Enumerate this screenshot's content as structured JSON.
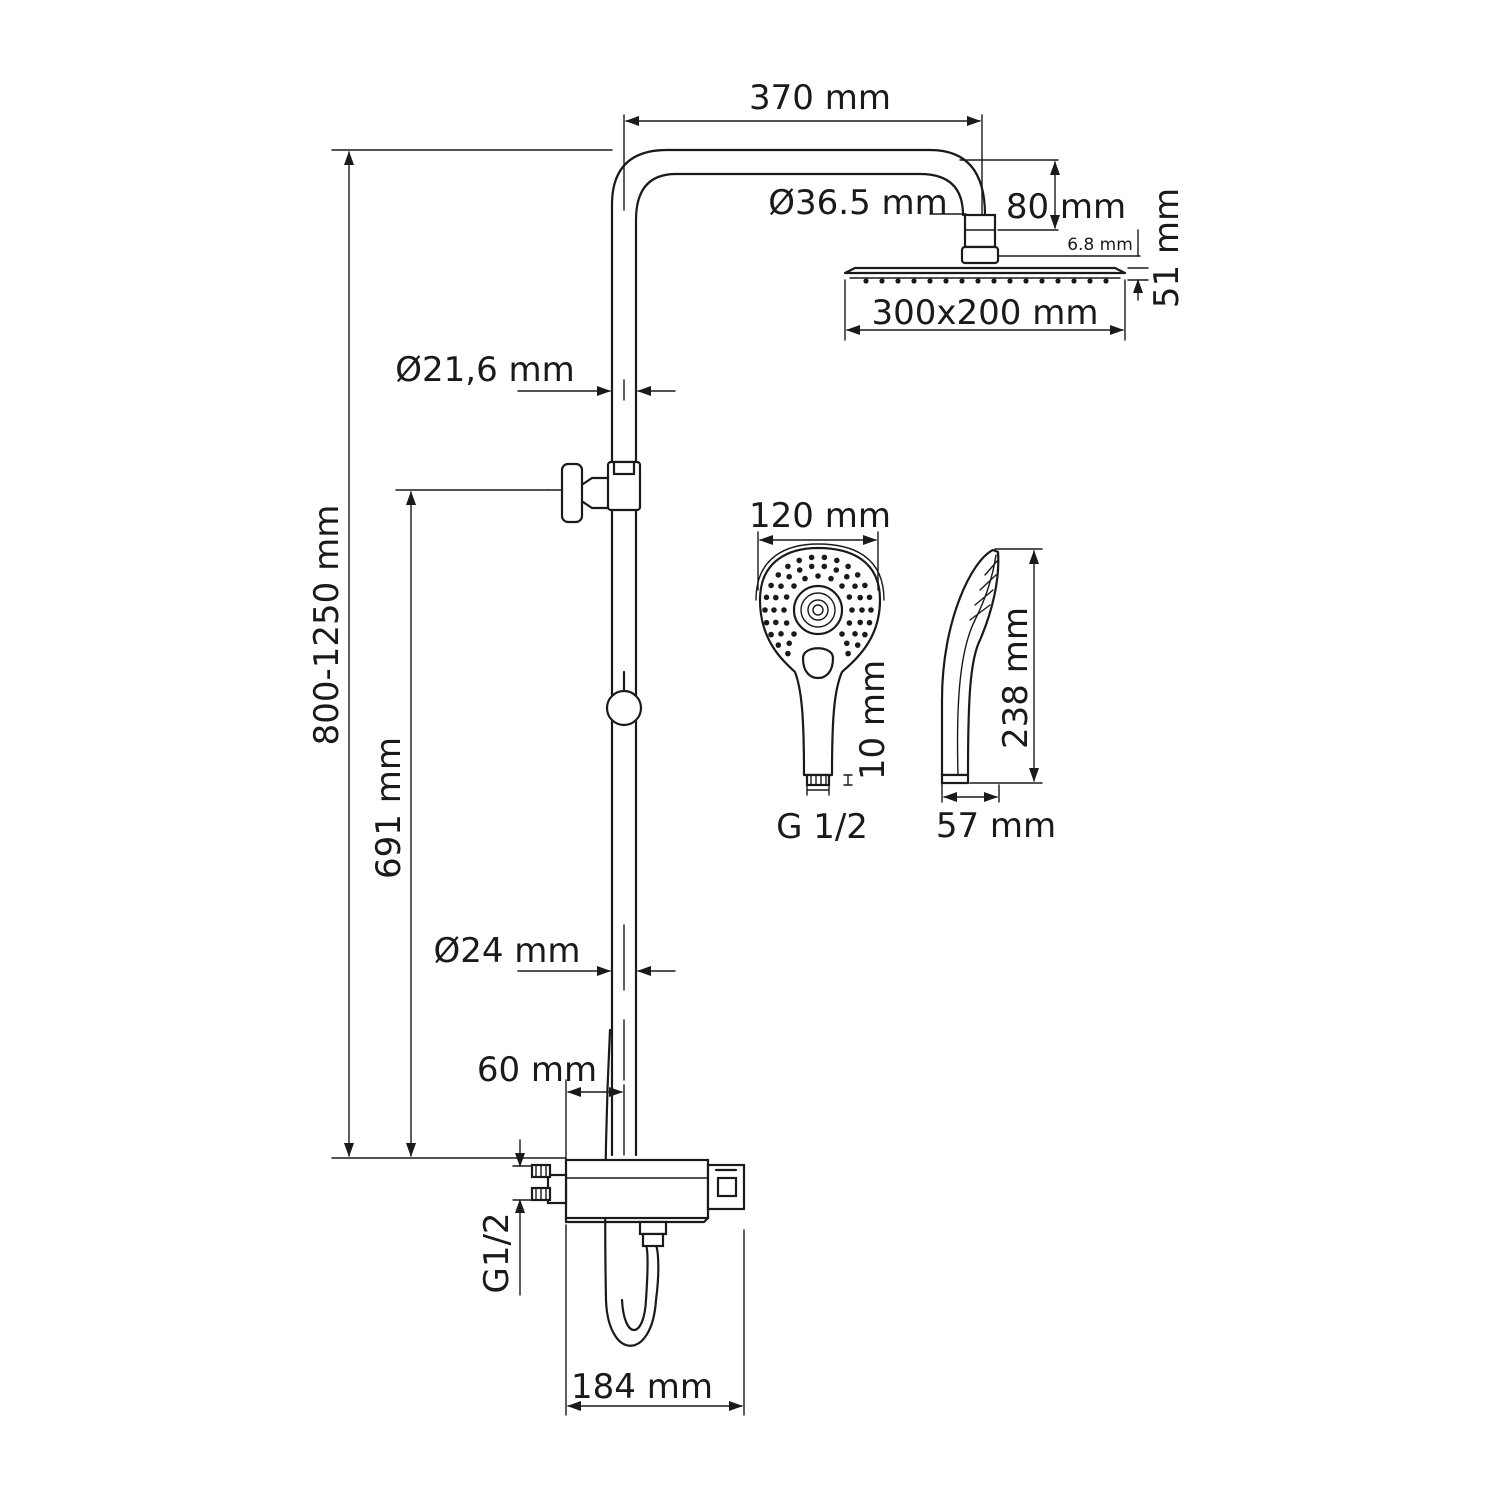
{
  "dimensions": {
    "arm_length": "370 mm",
    "arm_diameter": "Ø36.5 mm",
    "arm_drop": "80 mm",
    "head_connector": "6.8 mm",
    "head_height": "51 mm",
    "head_size": "300x200 mm",
    "upper_pipe_diameter": "Ø21,6 mm",
    "total_height": "800-1250 mm",
    "holder_height": "691 mm",
    "lower_pipe_diameter": "Ø24 mm",
    "pipe_offset": "60 mm",
    "inlet_thread": "G1/2",
    "mixer_width": "184 mm",
    "handshower_width": "120 mm",
    "handshower_neck": "10 mm",
    "handshower_thread": "G 1/2",
    "handshower_length": "238 mm",
    "handshower_depth": "57 mm"
  }
}
